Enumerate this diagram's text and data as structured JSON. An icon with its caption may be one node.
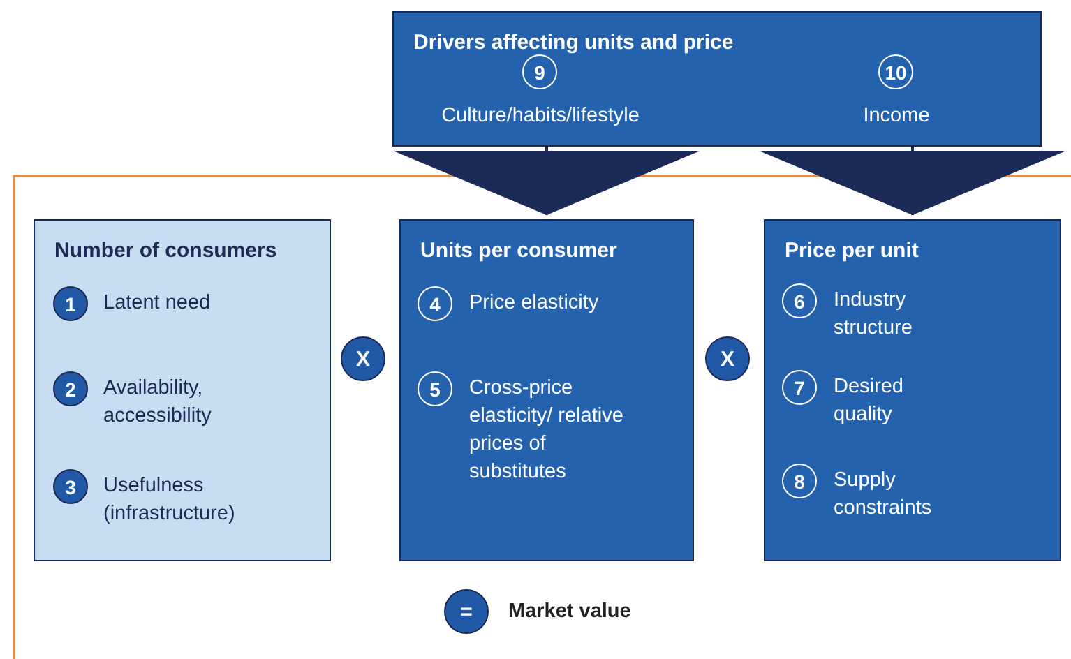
{
  "diagram": {
    "nodes": [
      {
        "text": [
          "Drivers affecting units and price"
        ]
      },
      {
        "text": [
          "9",
          "Culture/habits/lifestyle"
        ],
        "in": 0
      },
      {
        "text": [
          "10",
          "Income"
        ],
        "in": 0
      },
      {
        "text": [
          "Number of consumers"
        ]
      },
      {
        "text": [
          "1",
          "Latent need"
        ],
        "in": 3
      },
      {
        "text": [
          "2",
          "Availability, accessibility"
        ],
        "in": 3
      },
      {
        "text": [
          "3",
          "Usefulness (infrastructure)"
        ],
        "in": 3
      },
      {
        "text": [
          "X"
        ]
      },
      {
        "text": [
          "Units per consumer"
        ]
      },
      {
        "text": [
          "4",
          "Price elasticity"
        ],
        "in": 8
      },
      {
        "text": [
          "5",
          "Cross-price elasticity/ relative prices of substitutes"
        ],
        "in": 8
      },
      {
        "text": [
          "X"
        ]
      },
      {
        "text": [
          "Price per unit"
        ]
      },
      {
        "text": [
          "6",
          "Industry structure"
        ],
        "in": 12
      },
      {
        "text": [
          "7",
          "Desired quality"
        ],
        "in": 12
      },
      {
        "text": [
          "8",
          "Supply constraints"
        ],
        "in": 12
      },
      {
        "text": [
          "="
        ],
        "beside": [
          "Market value"
        ]
      }
    ],
    "edges": [
      {
        "from": 0,
        "to": 8,
        "arrow": "to"
      },
      {
        "from": 0,
        "to": 12,
        "arrow": "to"
      }
    ]
  }
}
